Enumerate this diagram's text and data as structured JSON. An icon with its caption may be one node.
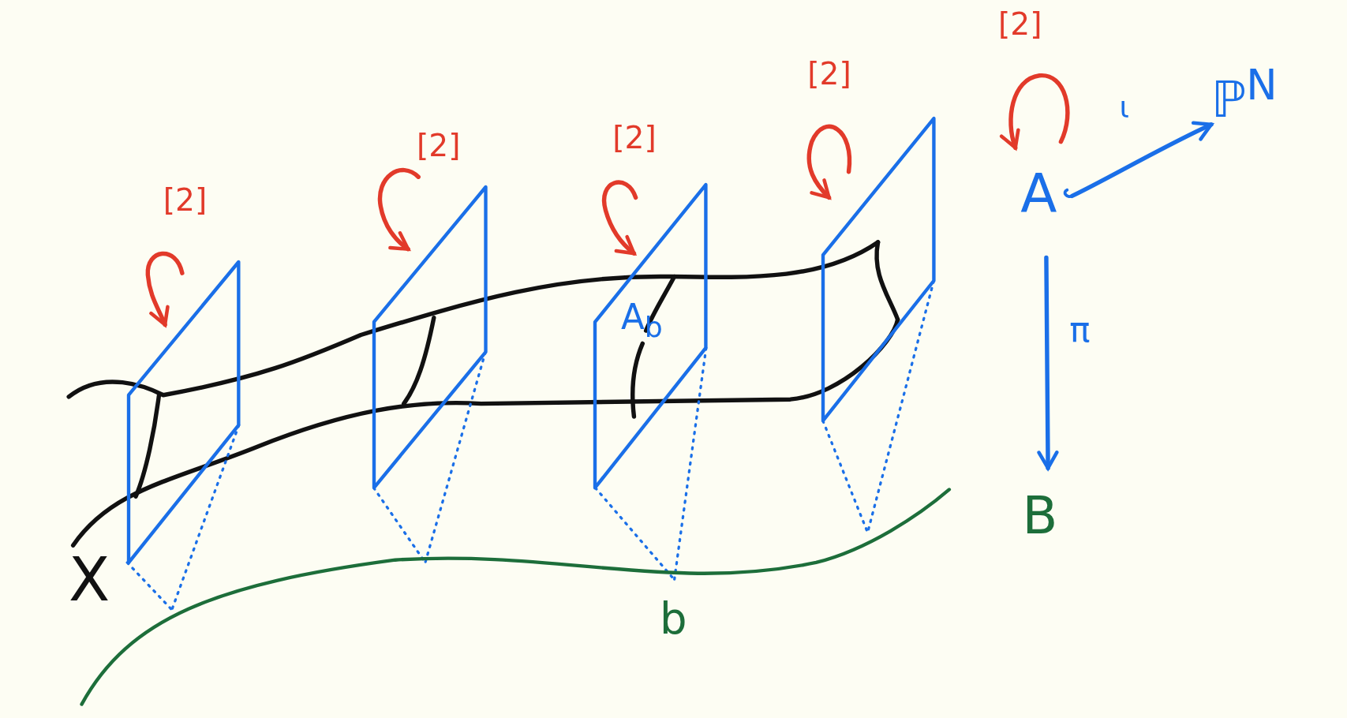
{
  "diagram": {
    "nodes": [
      {
        "text": [],
        "shape": "box"
      },
      {
        "text": [],
        "shape": "box"
      },
      {
        "text": [
          "A$_{b}$"
        ]
      },
      {
        "text": [],
        "shape": "box"
      },
      {
        "text": [
          "A"
        ]
      },
      {
        "text": [
          "ℙ$^{N}$"
        ]
      },
      {
        "text": [
          "B"
        ]
      }
    ],
    "edges": [
      {
        "from": 0,
        "to": 0,
        "arrow": "to",
        "label": "[2]"
      },
      {
        "from": 1,
        "to": 1,
        "arrow": "to",
        "label": "[2]"
      },
      {
        "from": 2,
        "to": 2,
        "arrow": "to",
        "label": "[2]"
      },
      {
        "from": 3,
        "to": 3,
        "arrow": "to",
        "label": "[2]"
      },
      {
        "from": 4,
        "to": 4,
        "arrow": "to",
        "label": "[2]"
      },
      {
        "from": 4,
        "to": 5,
        "arrow": "to",
        "label": "ι",
        "color": "#1a6fe8"
      },
      {
        "from": 4,
        "to": 6,
        "arrow": "to",
        "label": "π",
        "color": "#1a6fe8"
      }
    ],
    "labels": [
      "X",
      "b"
    ]
  }
}
